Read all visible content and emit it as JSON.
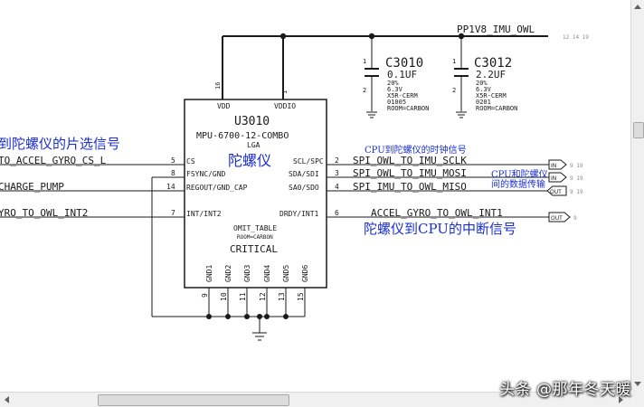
{
  "schematic": {
    "power_net": "PP1V8_IMU_OWL",
    "power_net_pages": "12 14 19",
    "chip": {
      "refdes": "U3010",
      "part": "MPU-6700-12-COMBO",
      "package": "LGA",
      "annotation_cn": "陀螺仪",
      "omit": "OMIT_TABLE",
      "room": "ROOM=CARBON",
      "critical": "CRITICAL",
      "top_pins": [
        {
          "name": "VDD",
          "num": "16"
        },
        {
          "name": "VDDIO",
          "num": "1"
        }
      ],
      "left_pins": [
        {
          "name": "CS",
          "num": "5",
          "net": "TO_ACCEL_GYRO_CS_L"
        },
        {
          "name": "FSYNC/GND",
          "num": "8",
          "net": ""
        },
        {
          "name": "REGOUT/GND_CAP",
          "num": "14",
          "net": "CHARGE_PUMP"
        },
        {
          "name": "INT/INT2",
          "num": "7",
          "net": "YRO_TO_OWL_INT2"
        }
      ],
      "right_pins": [
        {
          "name": "SCL/SPC",
          "num": "2",
          "net": "SPI_OWL_TO_IMU_SCLK"
        },
        {
          "name": "SDA/SDI",
          "num": "3",
          "net": "SPI_OWL_TO_IMU_MOSI"
        },
        {
          "name": "SA0/SDO",
          "num": "4",
          "net": "SPI_IMU_TO_OWL_MISO"
        },
        {
          "name": "DRDY/INT1",
          "num": "6",
          "net": "ACCEL_GYRO_TO_OWL_INT1"
        }
      ],
      "bottom_pins": [
        {
          "name": "GND1",
          "num": "9"
        },
        {
          "name": "GND2",
          "num": "10"
        },
        {
          "name": "GND3",
          "num": "11"
        },
        {
          "name": "GND4",
          "num": "12"
        },
        {
          "name": "GND5",
          "num": "13"
        },
        {
          "name": "GND6",
          "num": "15"
        }
      ]
    },
    "capacitors": [
      {
        "refdes": "C3010",
        "value": "0.1UF",
        "tol": "20%",
        "volt": "6.3V",
        "diel": "X5R-CERM",
        "size": "01005",
        "room": "ROOM=CARBON",
        "pin1": "1",
        "pin2": "2"
      },
      {
        "refdes": "C3012",
        "value": "2.2UF",
        "tol": "20%",
        "volt": "6.3V",
        "diel": "X5R-CERM",
        "size": "0201",
        "room": "ROOM=CARBON",
        "pin1": "1",
        "pin2": "2"
      }
    ],
    "offpage": [
      {
        "dir": "IN",
        "pages": "9 19"
      },
      {
        "dir": "IN",
        "pages": "9 19"
      },
      {
        "dir": "OUT",
        "pages": "9 19"
      },
      {
        "dir": "OUT",
        "pages": "9"
      }
    ],
    "notes_cn": {
      "cs": "到陀螺仪的片选信号",
      "clock": "CPU到陀螺仪的时钟信号",
      "data_line1": "CPU和陀螺仪",
      "data_line2": "间的数据传输",
      "interrupt": "陀螺仪到CPU的中断信号"
    }
  },
  "watermark": "头条 @那年冬天暖"
}
